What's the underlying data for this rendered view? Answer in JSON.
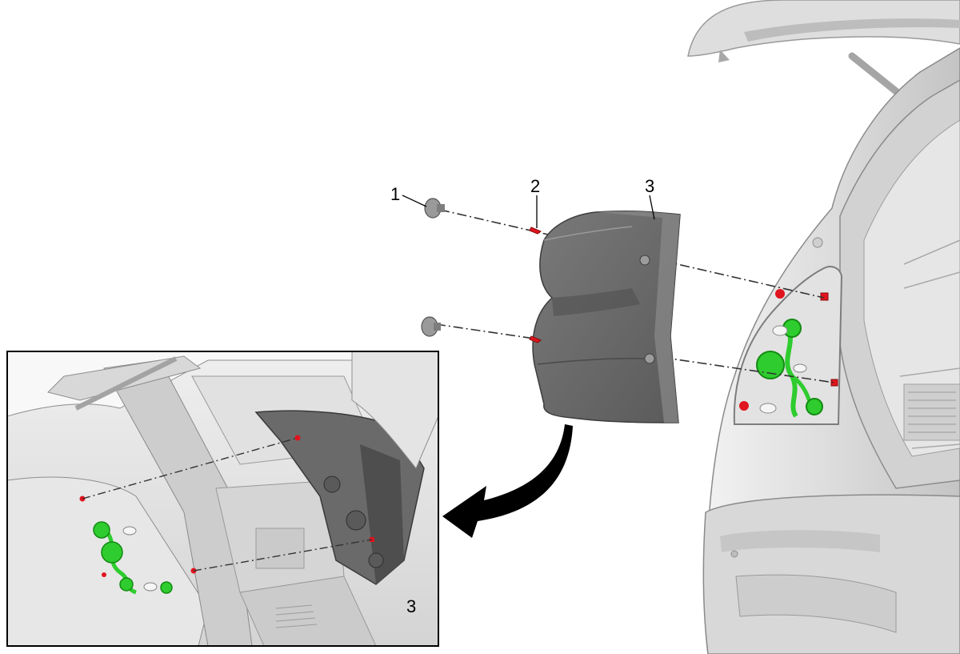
{
  "callouts": {
    "cap": "1",
    "screw": "2",
    "tail_lamp": "3",
    "tail_lamp_detail": "3"
  },
  "colors": {
    "background": "#ffffff",
    "body_light": "#e9e9e9",
    "body_mid": "#cfcfcf",
    "body_dark": "#8e8e8e",
    "lamp_housing": "#6e6e6e",
    "lamp_housing_dark": "#4f4f4f",
    "wiring_green": "#2ecc2e",
    "screw_red": "#e0141e",
    "inset_border": "#000000",
    "arrow": "#000000"
  },
  "icons": {
    "removal_arrow": "curved-arrow-icon",
    "cap": "plastic-cap-icon",
    "screw": "screw-icon"
  }
}
